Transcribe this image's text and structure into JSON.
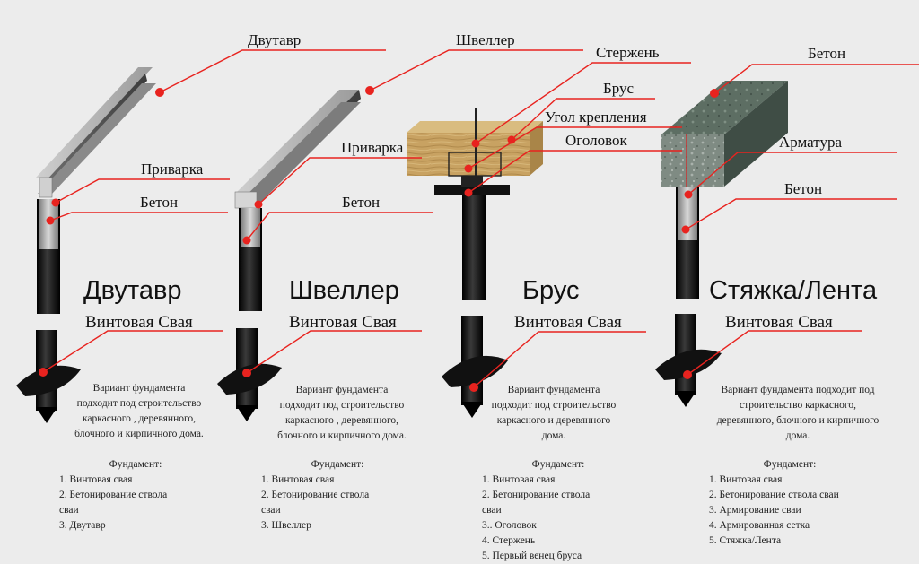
{
  "columns": [
    {
      "title": "Двутавр",
      "subtitle": "Винтовая Свая",
      "description": [
        "Вариант фундамента",
        "подходит под строительство",
        "каркасного , деревянного,",
        "блочного и кирпичного дома."
      ],
      "steps_heading": "Фундамент:",
      "steps": [
        "1. Винтовая свая",
        "2. Бетонирование ствола",
        "сваи",
        "3. Двутавр"
      ],
      "callouts": [
        "Двутавр",
        "Приварка",
        "Бетон"
      ]
    },
    {
      "title": "Швеллер",
      "subtitle": "Винтовая Свая",
      "description": [
        "Вариант фундамента",
        "подходит под строительство",
        "каркасного , деревянного,",
        "блочного и кирпичного дома."
      ],
      "steps_heading": "Фундамент:",
      "steps": [
        "1. Винтовая свая",
        "2. Бетонирование ствола",
        "сваи",
        "3. Швеллер"
      ],
      "callouts": [
        "Швеллер",
        "Приварка",
        "Бетон"
      ]
    },
    {
      "title": "Брус",
      "subtitle": "Винтовая Свая",
      "description": [
        "Вариант фундамента",
        "подходит под строительство",
        "каркасного и деревянного",
        "дома."
      ],
      "steps_heading": "Фундамент:",
      "steps": [
        "1. Винтовая свая",
        "2. Бетонирование ствола",
        "сваи",
        "3.. Оголовок",
        "4. Стержень",
        "5. Первый венец бруса"
      ],
      "callouts": [
        "Стержень",
        "Брус",
        "Угол крепления",
        "Оголовок"
      ]
    },
    {
      "title": "Стяжка/Лента",
      "subtitle": "Винтовая Свая",
      "description": [
        "Вариант фундамента подходит под",
        "строительство каркасного,",
        "деревянного, блочного и кирпичного",
        "дома."
      ],
      "steps_heading": "Фундамент:",
      "steps": [
        "1. Винтовая свая",
        "2. Бетонирование ствола сваи",
        "3. Армирование сваи",
        "4. Армированная сетка",
        "5. Стяжка/Лента"
      ],
      "callouts": [
        "Бетон",
        "Арматура",
        "Бетон"
      ]
    }
  ],
  "colors": {
    "background": "#ececec",
    "callout_line": "#e8231f",
    "pile": "#111111",
    "metal": "#8f8f8f",
    "wood": "#c9a565",
    "concrete": "#7d8a82"
  }
}
